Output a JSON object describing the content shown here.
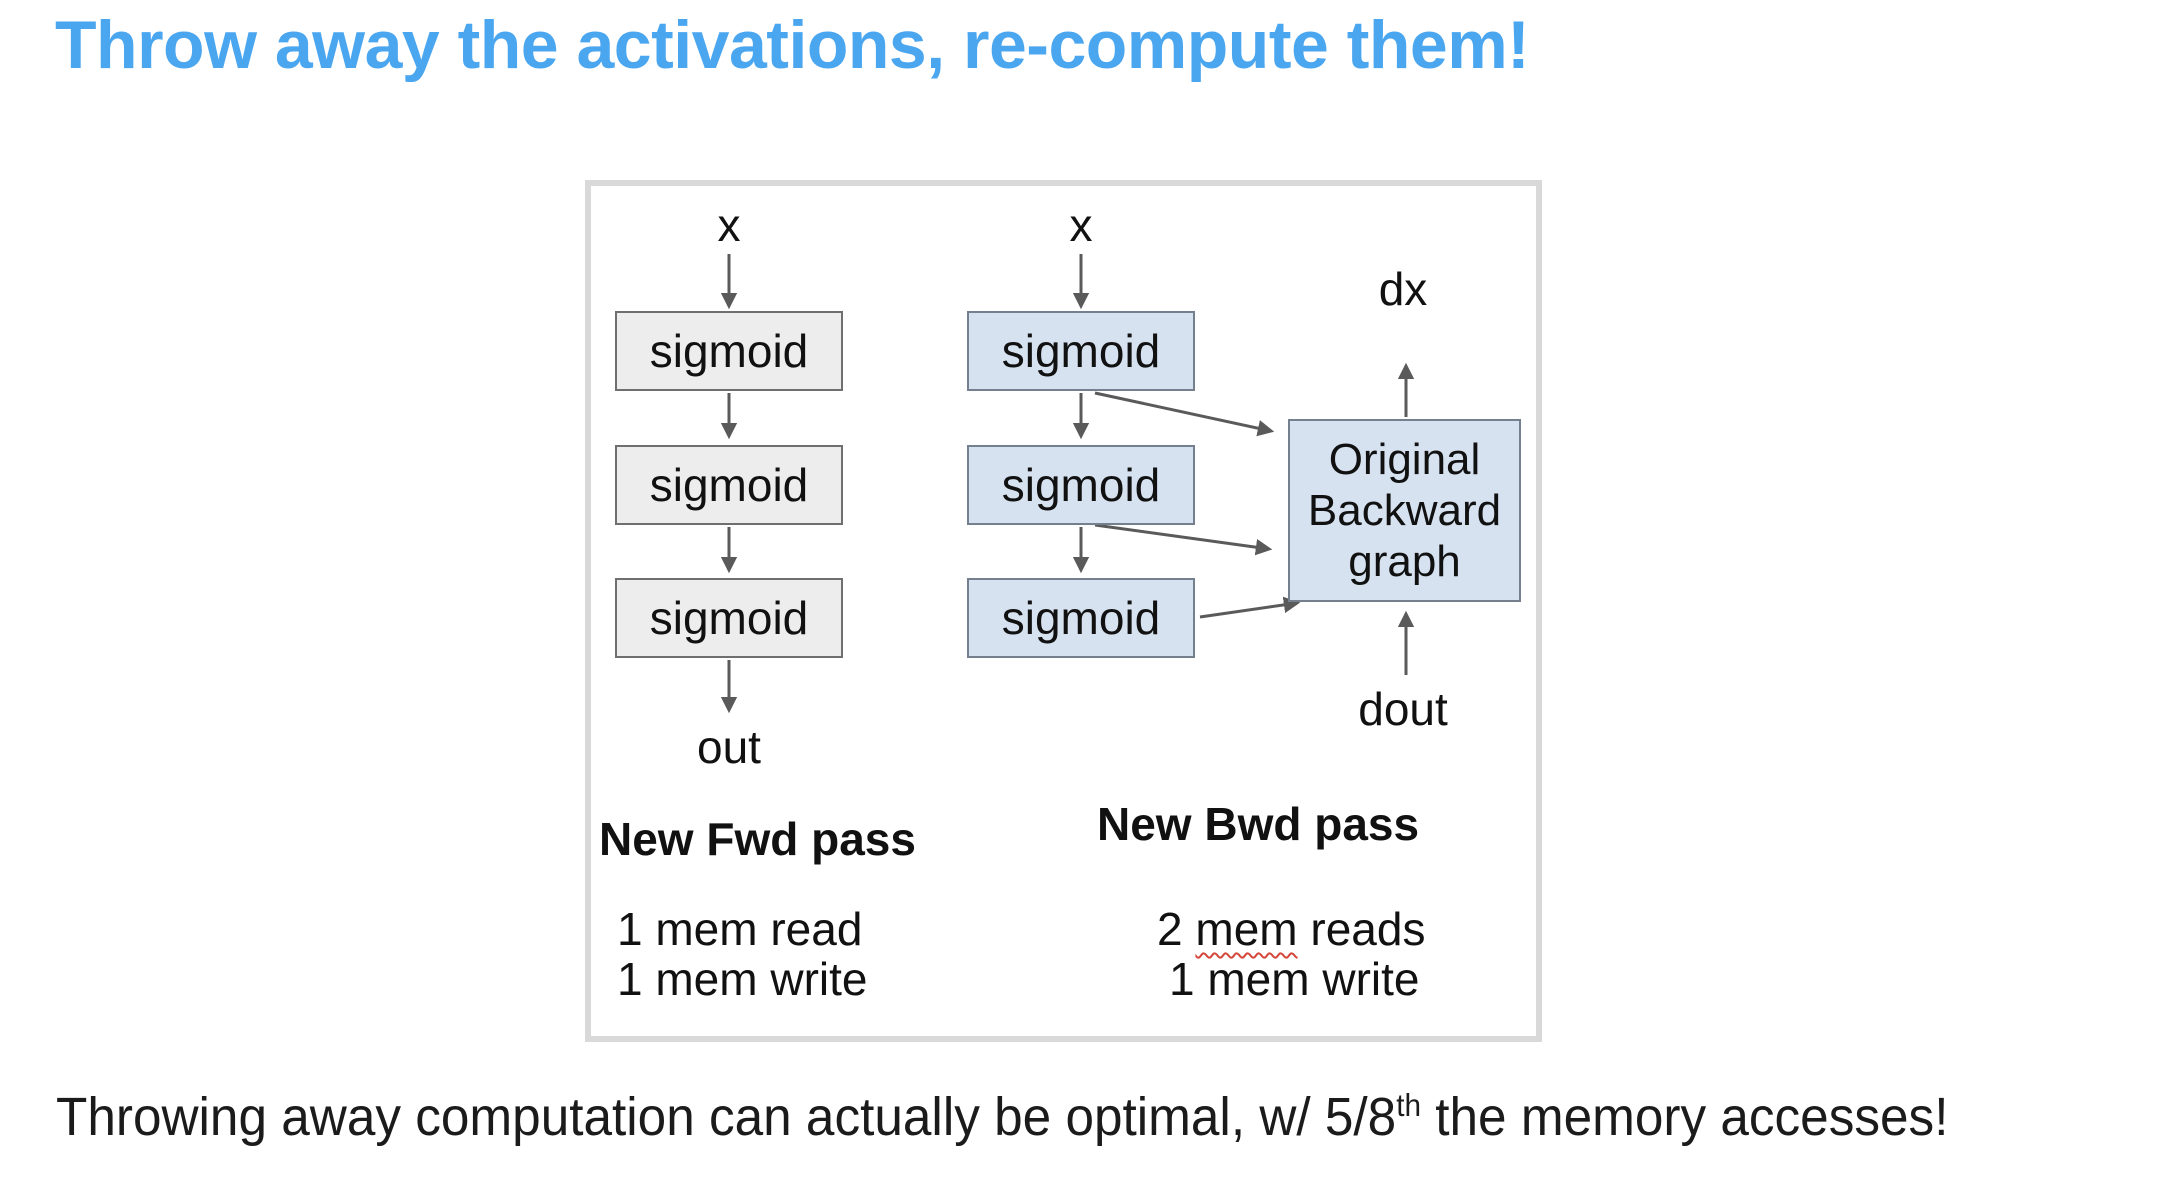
{
  "title": "Throw away the activations, re-compute them!",
  "colors": {
    "title_blue": "#4ba6f0",
    "box_gray_fill": "#ededed",
    "box_gray_border": "#6f6f6f",
    "box_blue_fill": "#d7e2f1",
    "box_blue_border": "#75808f",
    "arrow_gray": "#5a5a5a",
    "frame_border": "#d9d9d9",
    "squiggle_red": "#d4473a",
    "text_dark": "#1b1b1b"
  },
  "diagram": {
    "fwd": {
      "input_label": "x",
      "layers": [
        "sigmoid",
        "sigmoid",
        "sigmoid"
      ],
      "output_label": "out",
      "pass_label": "New Fwd pass",
      "stat_line1": "1 mem read",
      "stat_line2": "1 mem write"
    },
    "bwd": {
      "input_label": "x",
      "layers": [
        "sigmoid",
        "sigmoid",
        "sigmoid"
      ],
      "pass_label": "New Bwd pass",
      "stat_line1_prefix": "2 ",
      "stat_line1_squiggle_word": "mem",
      "stat_line1_suffix": " reads",
      "stat_line2": "1 mem write"
    },
    "backward_box_lines": [
      "Original",
      "Backward",
      "graph"
    ],
    "dx_label": "dx",
    "dout_label": "dout"
  },
  "footer": {
    "before_sup": "Throwing away computation can actually be optimal, w/ 5/8",
    "sup": "th",
    "after_sup": " the memory accesses!"
  }
}
